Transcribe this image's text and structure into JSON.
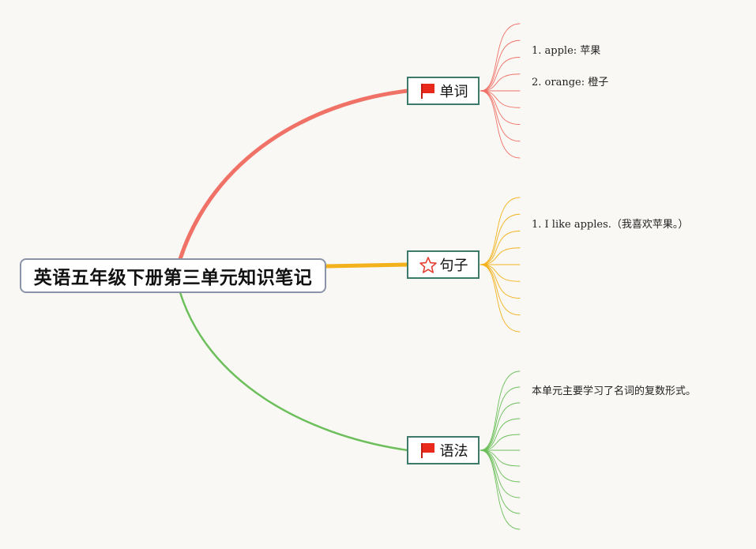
{
  "root": {
    "title": "英语五年级下册第三单元知识笔记"
  },
  "colors": {
    "branch_vocab": "#f07166",
    "branch_sentence": "#f3b21c",
    "branch_grammar": "#6cbf5a"
  },
  "branches": [
    {
      "label": "单词",
      "icon": "red-flag-icon",
      "items": [
        "1. apple: 苹果",
        "2. orange: 橙子"
      ]
    },
    {
      "label": "句子",
      "icon": "star-outline-icon",
      "items": [
        "1. I like apples.（我喜欢苹果。）"
      ]
    },
    {
      "label": "语法",
      "icon": "red-flag-icon",
      "items": [
        "本单元主要学习了名词的复数形式。"
      ]
    }
  ]
}
